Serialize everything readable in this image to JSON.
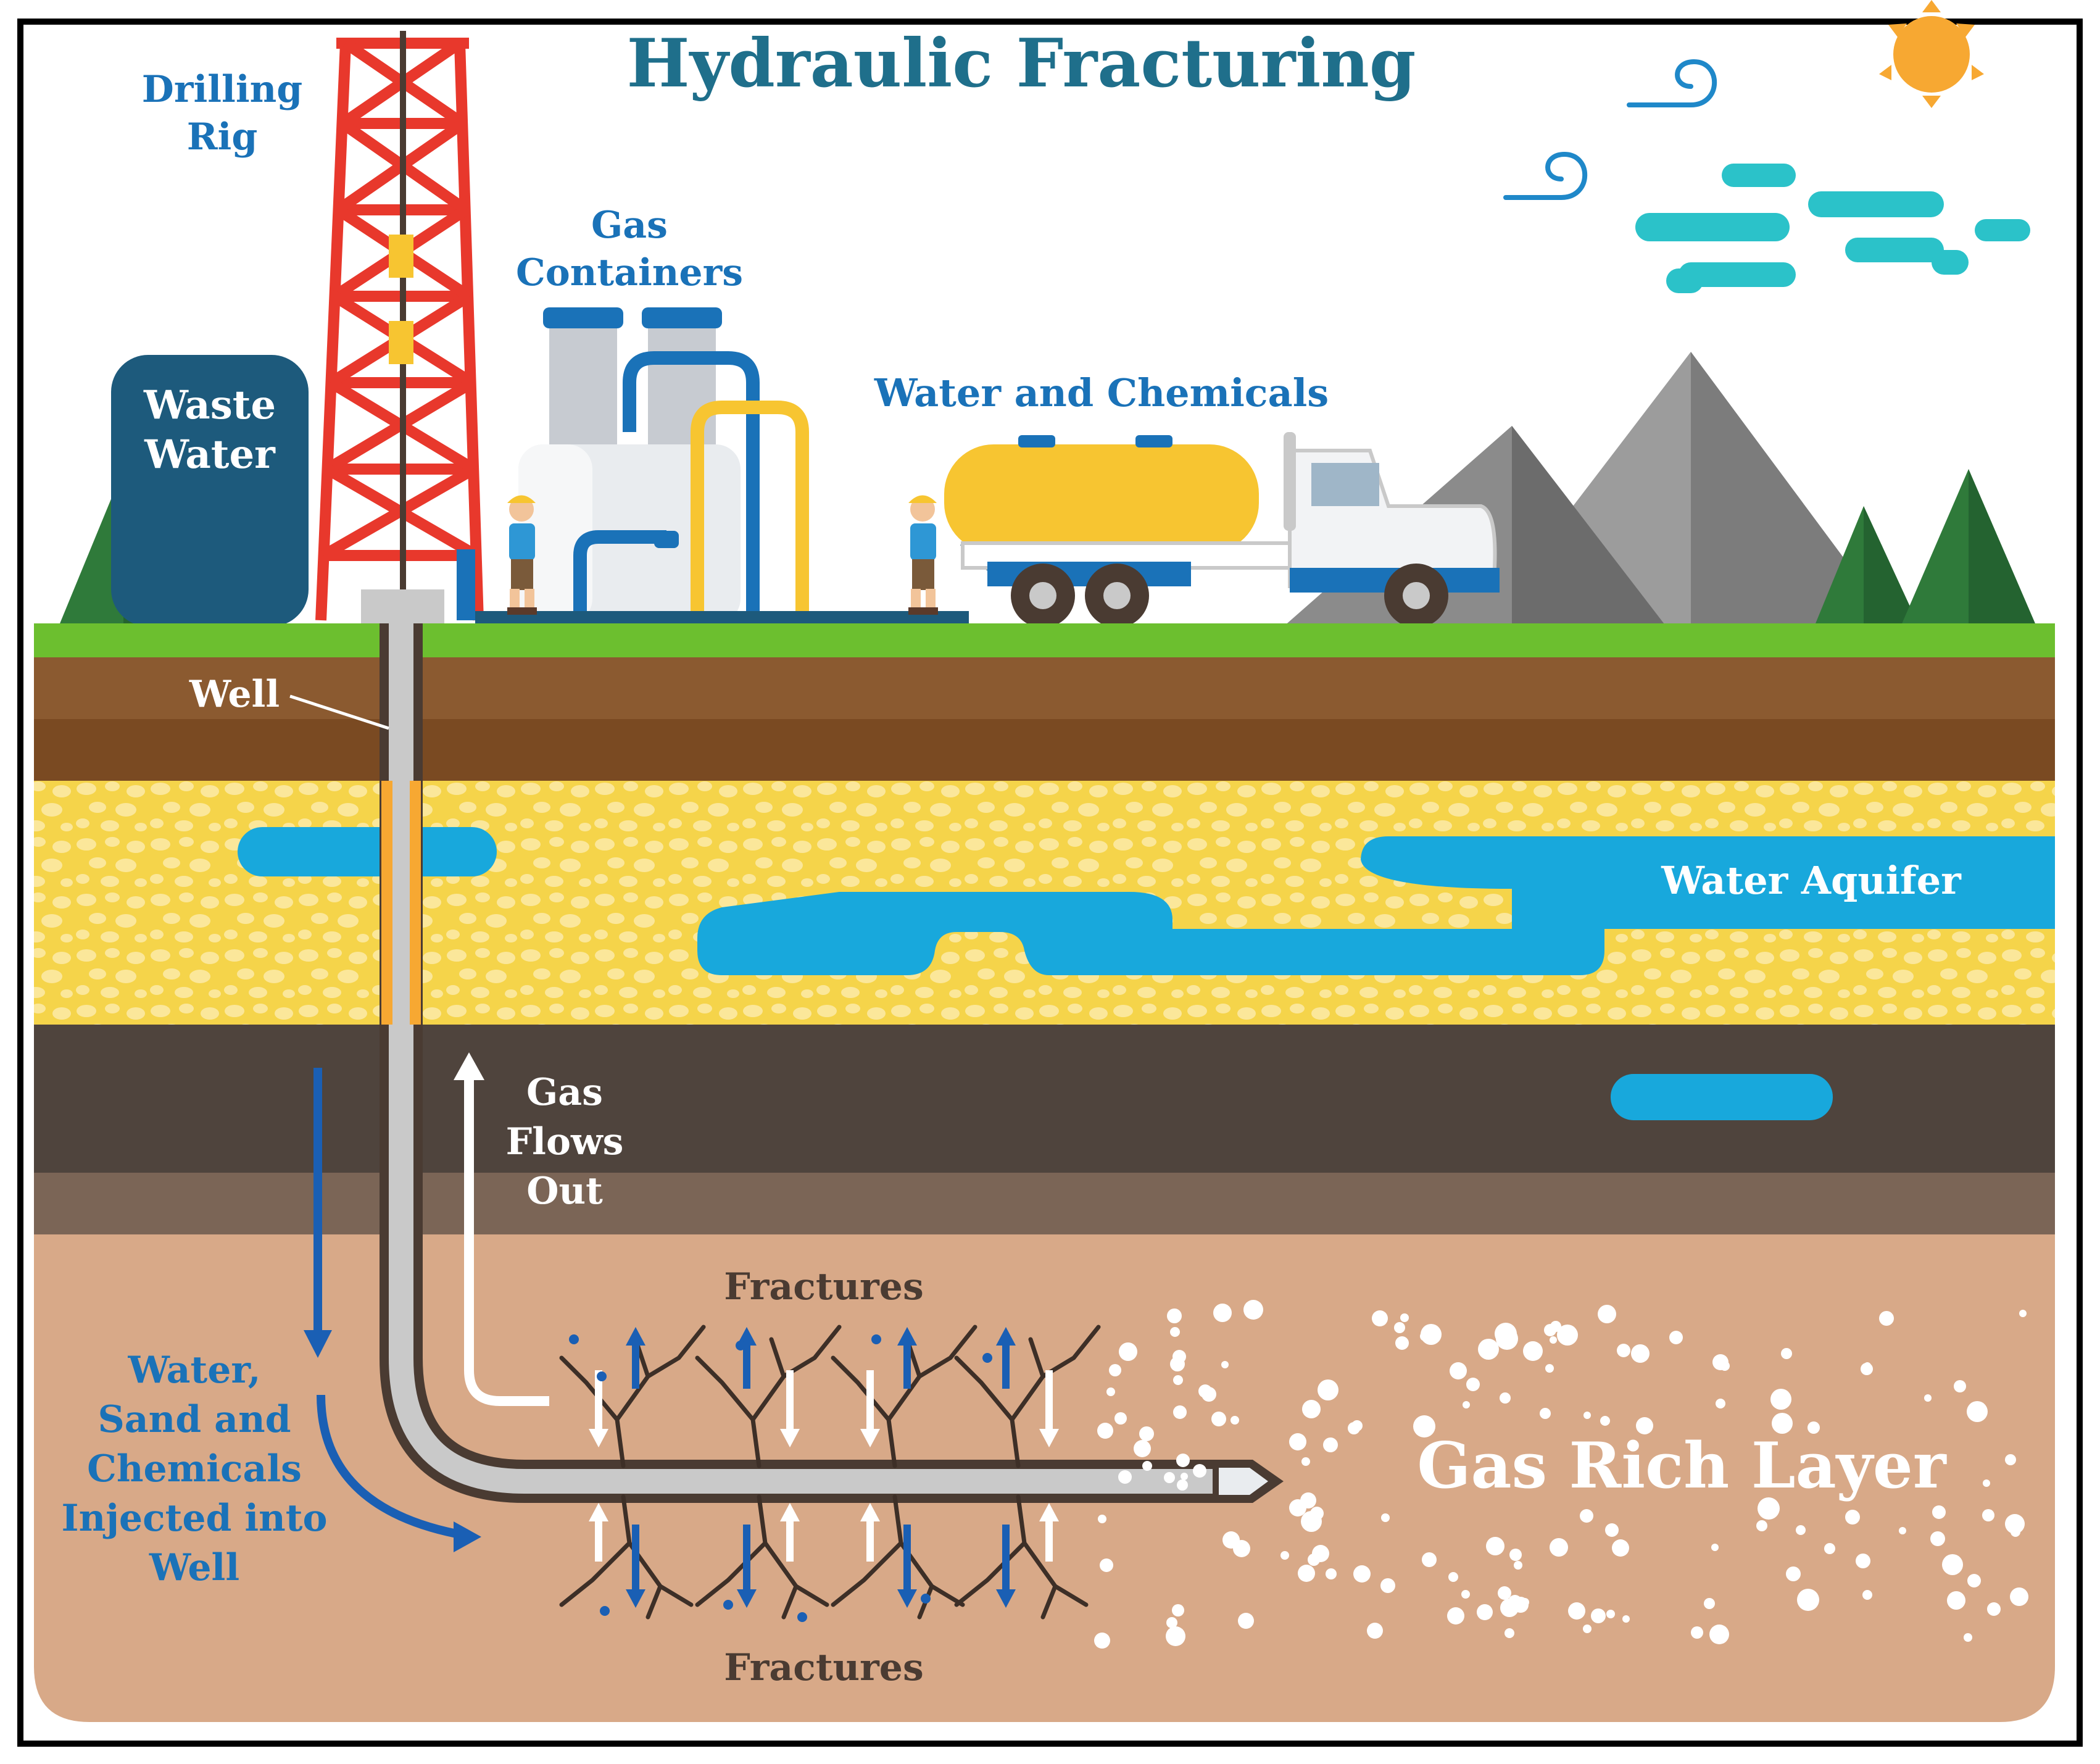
{
  "title": "Hydraulic Fracturing",
  "labels": {
    "drilling_rig": [
      "Drilling",
      "Rig"
    ],
    "gas_containers": [
      "Gas",
      "Containers"
    ],
    "waste_water": [
      "Waste",
      "Water"
    ],
    "water_chemicals": "Water and Chemicals",
    "well": "Well",
    "water_aquifer": "Water Aquifer",
    "gas_flows_out": [
      "Gas",
      "Flows",
      "Out"
    ],
    "fractures_top": "Fractures",
    "fractures_bottom": "Fractures",
    "injected": [
      "Water,",
      "Sand and",
      "Chemicals",
      "Injected into",
      "Well"
    ],
    "gas_rich_layer": "Gas Rich Layer"
  },
  "colors": {
    "title": "#1f6f8b",
    "label_blue": "#1a72b8",
    "white_label": "#ffffff",
    "sky": "#ffffff",
    "grass": "#6cbf2f",
    "topsoil": "#8b5a30",
    "topsoil_dark": "#7a4a22",
    "gravel": "#f5d44a",
    "aquifer": "#18a8dc",
    "rock_dark": "#4f443d",
    "rock_light": "#7b6556",
    "gas_layer": "#d8a988",
    "rig_red": "#e8382c",
    "waste_tank": "#1d5a7c",
    "tree": "#2f7a3a",
    "mountain": "#6f6f6f",
    "truck_yellow": "#f7c531",
    "cloud": "#2bc2c9",
    "sun": "#f7a832",
    "arrow_blue": "#1a5fb4"
  },
  "icons": [
    "sun-icon",
    "wind-swirl-icon",
    "cloud-icon",
    "tree-icon",
    "mountain-icon",
    "tanker-truck-icon",
    "worker-icon",
    "drill-bit-icon"
  ]
}
